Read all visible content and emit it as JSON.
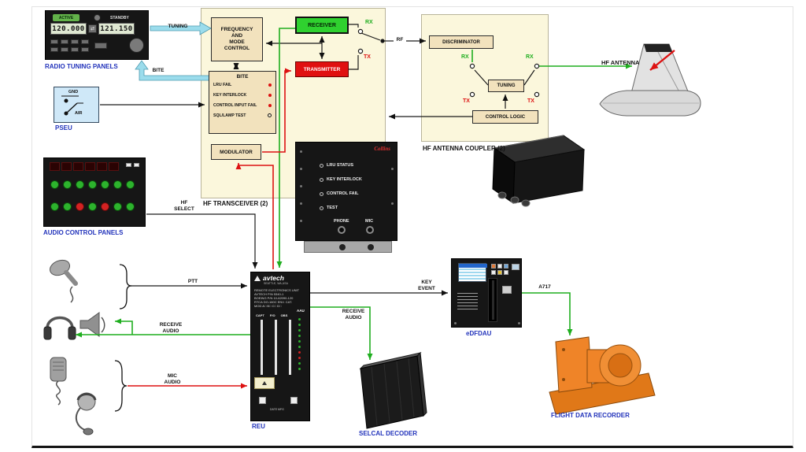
{
  "radio_panel": {
    "active_label": "ACTIVE",
    "standby_label": "STANDBY",
    "active_freq": "120.000",
    "standby_freq": "121.150",
    "transfer_icon": "⇄",
    "caption": "RADIO TUNING PANELS"
  },
  "pseu": {
    "gnd": "GND",
    "air": "AIR",
    "caption": "PSEU"
  },
  "audio_panel": {
    "caption": "AUDIO CONTROL PANELS"
  },
  "transceiver": {
    "caption": "HF TRANSCEIVER (2)",
    "freq_mode_control": "FREQUENCY\nAND\nMODE\nCONTROL",
    "bite_title": "BITE",
    "bite_items": [
      "LRU FAIL",
      "KEY INTERLOCK",
      "CONTROL INPUT FAIL",
      "SQL/LAMP TEST"
    ],
    "modulator": "MODULATOR",
    "receiver": "RECEIVER",
    "transmitter": "TRANSMITTER",
    "rx": "RX",
    "tx": "TX"
  },
  "coupler": {
    "caption": "HF ANTENNA\nCOUPLER (2)",
    "discriminator": "DISCRIMINATOR",
    "tuning": "TUNING",
    "control_logic": "CONTROL LOGIC",
    "rx": "RX",
    "tx": "TX"
  },
  "antenna": {
    "caption": "HF ANTENNA"
  },
  "collins_panel": {
    "brand": "Collins",
    "items": [
      "LRU STATUS",
      "KEY INTERLOCK",
      "CONTROL FAIL",
      "TEST"
    ],
    "phone": "PHONE",
    "mic": "MIC"
  },
  "reu": {
    "brand": "avtech",
    "brand_sub": "SEATTLE, WA,USA",
    "info_lines": [
      "REMOTE ELECTRONICS UNIT",
      "AVTECH P/N 5340-1",
      "BOEING P/N 10-62090-120",
      "RTCA DO-160C  ENV. CAT.",
      "MOD A□ B□ C□ D□"
    ],
    "aau": "AAU",
    "columns": [
      "CAPT",
      "F/O",
      "OBS"
    ],
    "date_mfg": "DATE MFG",
    "caption": "REU"
  },
  "edfdau": {
    "caption": "eDFDAU"
  },
  "selcal": {
    "caption": "SELCAL DECODER"
  },
  "fdr": {
    "caption": "FLIGHT DATA\nRECORDER"
  },
  "wires": {
    "tuning": "TUNING",
    "bite": "BITE",
    "rf": "RF",
    "hf_select": "HF\nSELECT",
    "ptt": "PTT",
    "receive_audio": "RECEIVE\nAUDIO",
    "mic_audio": "MIC\nAUDIO",
    "key_event": "KEY\nEVENT",
    "a717": "A717"
  },
  "colors": {
    "rx_green": "#1fae1f",
    "tx_red": "#dd1111",
    "caption_blue": "#2233bb",
    "wire_cyan": "#9bdcec",
    "cream": "#fbf7dc",
    "tan": "#f2e2bd",
    "fdr_orange": "#ef8428"
  }
}
